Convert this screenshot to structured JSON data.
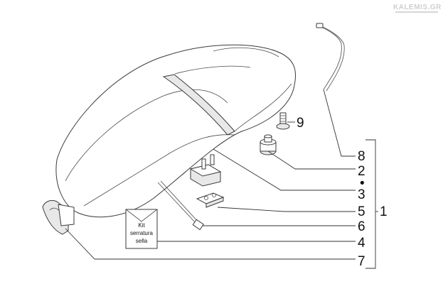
{
  "watermark": "KALEMIS.GR",
  "kit_label": {
    "line1": "Kit",
    "line2": "serratura",
    "line3": "sella"
  },
  "callouts": {
    "c8": "8",
    "c2": "2",
    "c_dot": "•",
    "c3": "3",
    "c5": "5",
    "c6": "6",
    "c4": "4",
    "c7": "7",
    "c9": "9",
    "c1": "1"
  }
}
